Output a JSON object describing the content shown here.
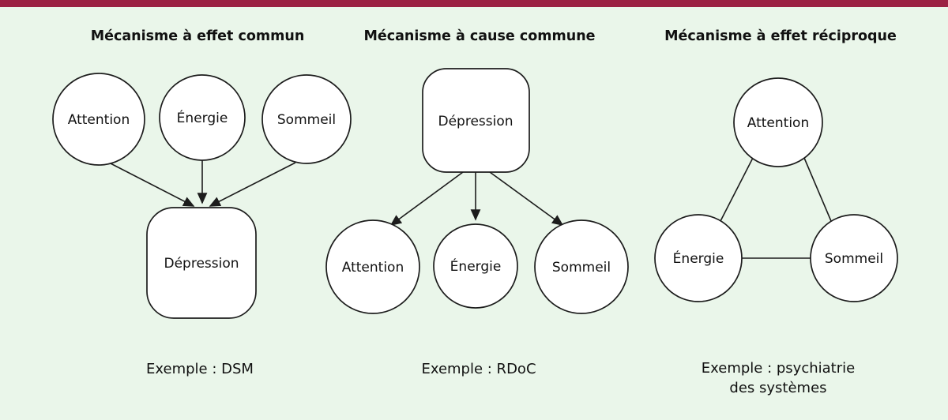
{
  "figure": {
    "background_color": "#eaf6ea",
    "top_border_color": "#9b2143",
    "node_fill": "#ffffff",
    "node_stroke_color": "#1c1c1c"
  },
  "panels": [
    {
      "id": "common-effect",
      "title": "Mécanisme à effet commun",
      "nodes": {
        "attention": "Attention",
        "energie": "Énergie",
        "sommeil": "Sommeil",
        "depression": "Dépression"
      },
      "edges": [
        {
          "from": "attention",
          "to": "depression",
          "directed": true
        },
        {
          "from": "energie",
          "to": "depression",
          "directed": true
        },
        {
          "from": "sommeil",
          "to": "depression",
          "directed": true
        }
      ],
      "caption": "Exemple : DSM"
    },
    {
      "id": "common-cause",
      "title": "Mécanisme à cause commune",
      "nodes": {
        "depression": "Dépression",
        "attention": "Attention",
        "energie": "Énergie",
        "sommeil": "Sommeil"
      },
      "edges": [
        {
          "from": "depression",
          "to": "attention",
          "directed": true
        },
        {
          "from": "depression",
          "to": "energie",
          "directed": true
        },
        {
          "from": "depression",
          "to": "sommeil",
          "directed": true
        }
      ],
      "caption": "Exemple : RDoC"
    },
    {
      "id": "reciprocal-effect",
      "title": "Mécanisme à effet réciproque",
      "nodes": {
        "attention": "Attention",
        "energie": "Énergie",
        "sommeil": "Sommeil"
      },
      "edges": [
        {
          "from": "attention",
          "to": "energie",
          "directed": false
        },
        {
          "from": "attention",
          "to": "sommeil",
          "directed": false
        },
        {
          "from": "energie",
          "to": "sommeil",
          "directed": false
        }
      ],
      "caption_line1": "Exemple : psychiatrie",
      "caption_line2": "des systèmes"
    }
  ]
}
